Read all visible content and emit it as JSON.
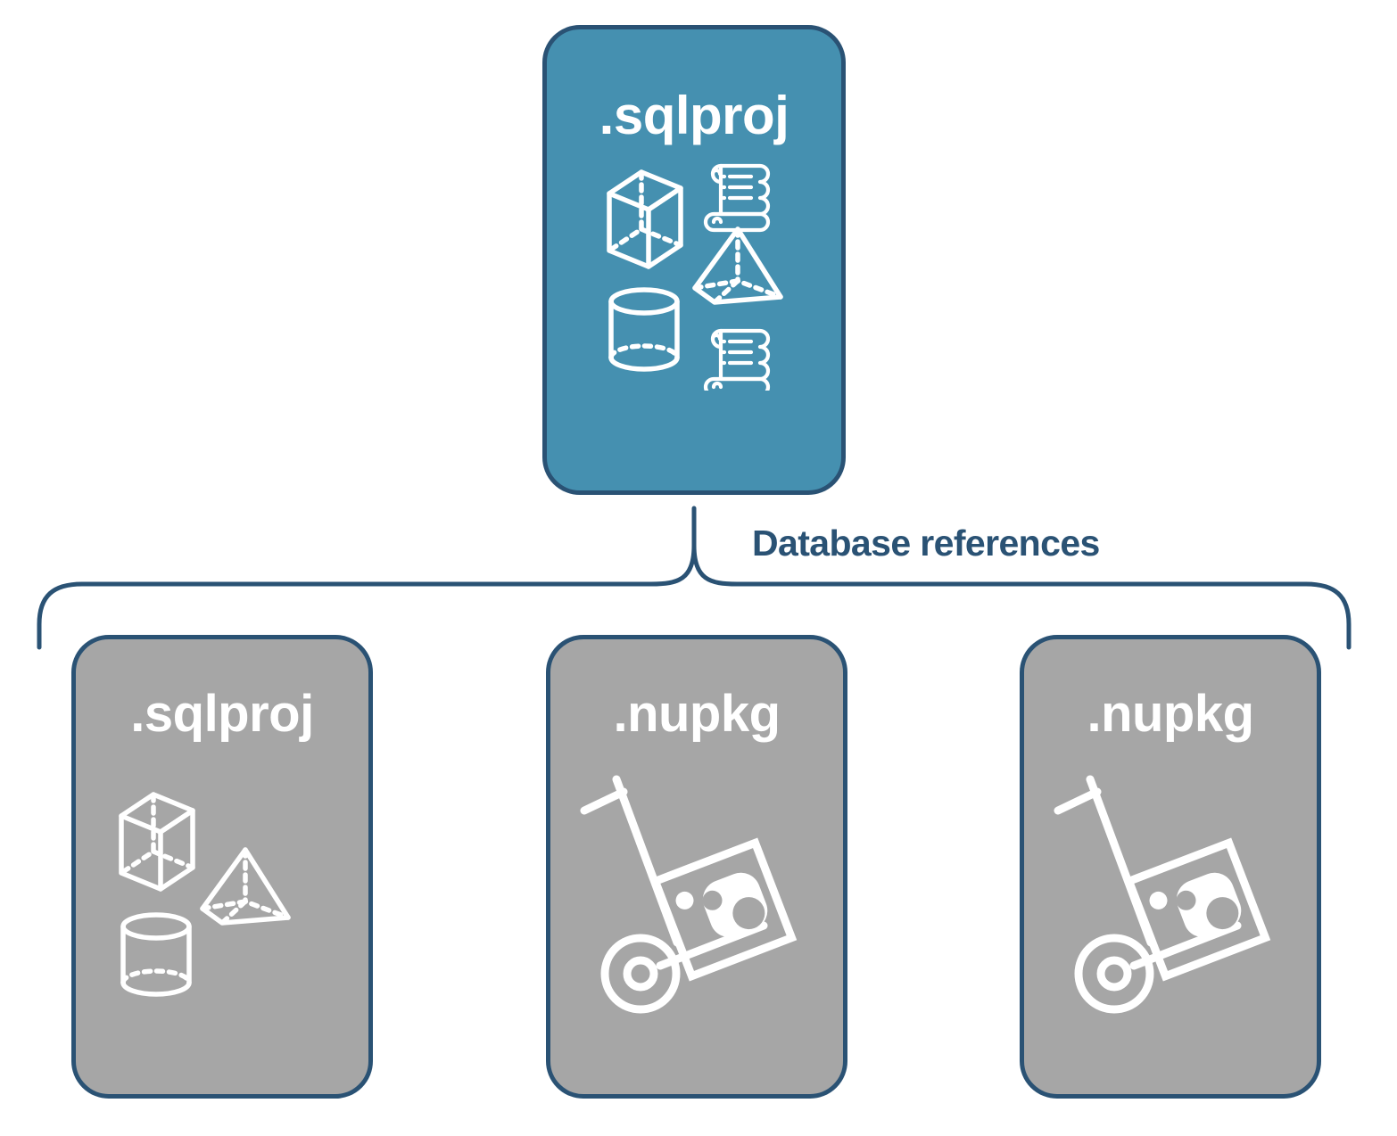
{
  "diagram": {
    "title_text": "Database references",
    "colors": {
      "accent_blue": "#4590B0",
      "card_border": "#2A5274",
      "gray_card": "#A6A6A6",
      "label_text": "#2A5274",
      "icon_white": "#FFFFFF",
      "background": "#FFFFFF"
    }
  },
  "top_card": {
    "label": ".sqlproj",
    "icons": [
      {
        "name": "cube-wireframe-icon"
      },
      {
        "name": "scroll-script-icon"
      },
      {
        "name": "pyramid-wireframe-icon"
      },
      {
        "name": "cylinder-wireframe-icon"
      },
      {
        "name": "scroll-script-icon"
      }
    ]
  },
  "connector": {
    "label": "Database references"
  },
  "referenced_cards": [
    {
      "label": ".sqlproj",
      "kind": "sqlproj",
      "icons": [
        {
          "name": "cube-wireframe-icon"
        },
        {
          "name": "pyramid-wireframe-icon"
        },
        {
          "name": "cylinder-wireframe-icon"
        }
      ]
    },
    {
      "label": ".nupkg",
      "kind": "nupkg",
      "icons": [
        {
          "name": "hand-truck-package-icon"
        }
      ]
    },
    {
      "label": ".nupkg",
      "kind": "nupkg",
      "icons": [
        {
          "name": "hand-truck-package-icon"
        }
      ]
    }
  ]
}
